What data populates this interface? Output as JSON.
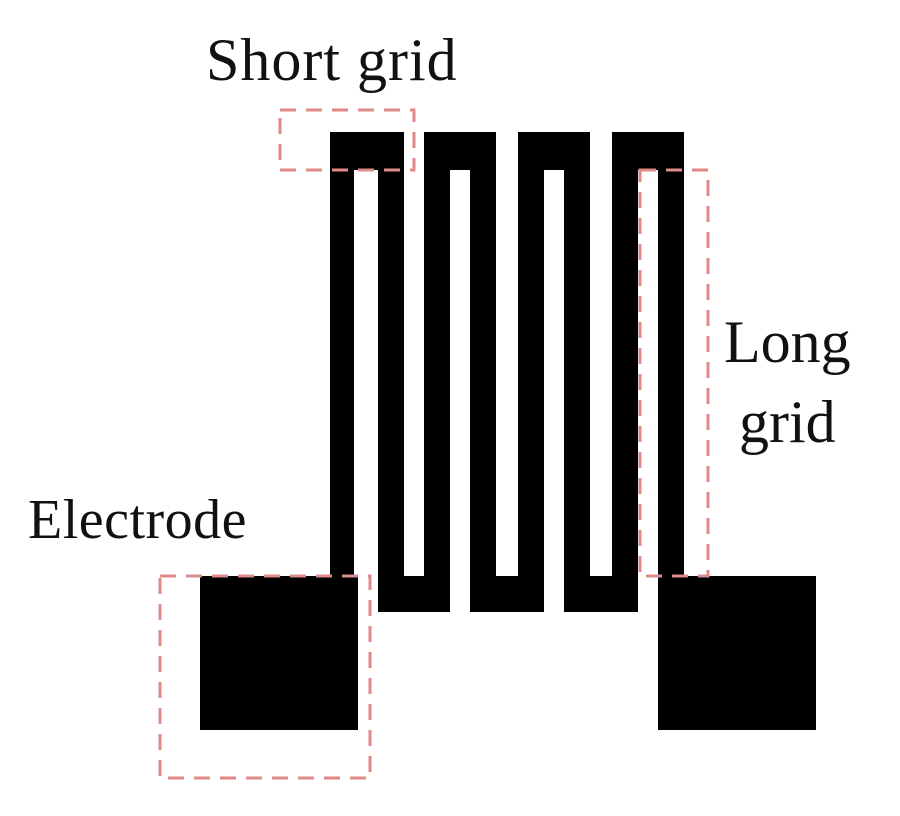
{
  "labels": {
    "short_grid": "Short grid",
    "long_grid_line1": "Long",
    "long_grid_line2": "grid",
    "electrode": "Electrode"
  },
  "colors": {
    "background": "#ffffff",
    "pattern": "#000000",
    "highlight_box": "#e08a8a",
    "text": "#111111"
  }
}
